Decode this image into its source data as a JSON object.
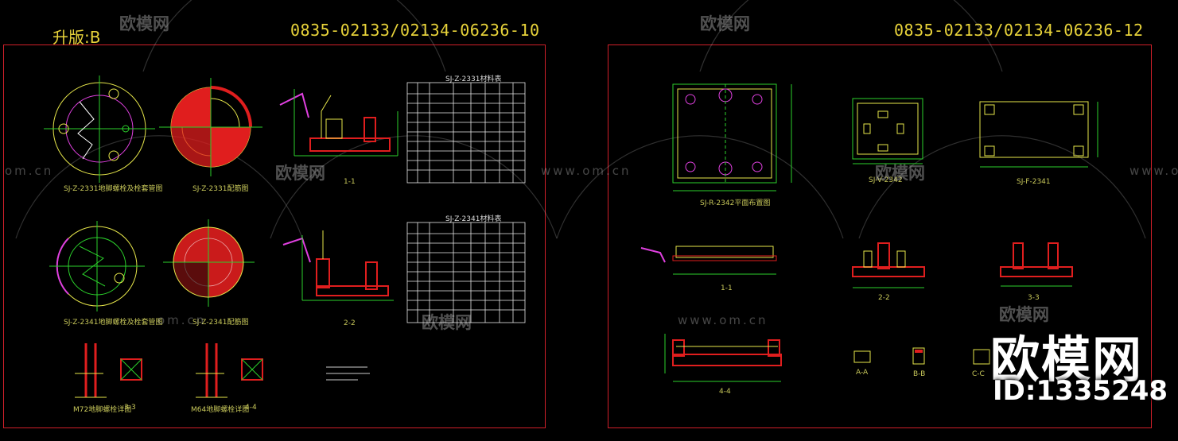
{
  "left_sheet": {
    "revision": "升版:B",
    "number": "0835-02133/02134-06236-10",
    "table1_title": "SJ-Z-2331材料表",
    "table2_title": "SJ-Z-2341材料表",
    "captions": {
      "top_plan": "SJ-Z-2331地脚螺栓及栓套管图",
      "top_rebar": "SJ-Z-2331配筋图",
      "sec_1": "1-1",
      "mid_plan": "SJ-Z-2341地脚螺栓及栓套管图",
      "mid_rebar": "SJ-Z-2341配筋图",
      "sec_2": "2-2",
      "bolt_m72": "M72地脚螺栓详图",
      "sec_3": "3-3",
      "bolt_m64": "M64地脚螺栓详图",
      "sec_4": "4-4"
    }
  },
  "right_sheet": {
    "number": "0835-02133/02134-06236-12",
    "captions": {
      "plan_r": "SJ-R-2342平面布置图",
      "plan_v": "SJ-V-2342",
      "plan_f": "SJ-F-2341",
      "sec_1": "1-1",
      "sec_2": "2-2",
      "sec_3": "3-3",
      "sec_4": "4-4",
      "sec_a": "A-A",
      "sec_b": "B-B",
      "sec_c": "C-C"
    }
  },
  "watermark": {
    "brand": "欧模网",
    "url": "www.om.cn",
    "url_partial": "om.cn",
    "id": "ID:1335248"
  },
  "colors": {
    "frame": "#d0202a",
    "title": "#e8d33a",
    "line_green": "#2bd12b",
    "line_yellow": "#e6e64a",
    "line_magenta": "#e040e0",
    "rebar_red": "#e01e1e",
    "table_white": "#e8e8e8"
  }
}
